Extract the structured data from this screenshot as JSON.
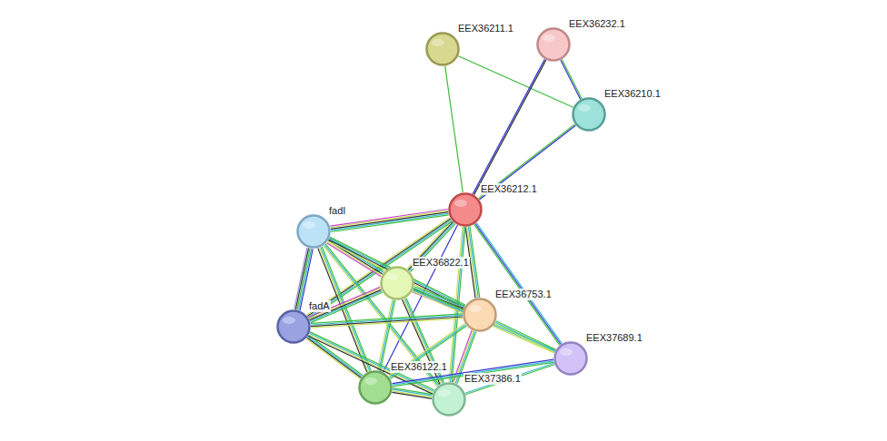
{
  "diagram": {
    "nodes": [
      {
        "text": [
          "EEX36211.1"
        ]
      },
      {
        "text": [
          "EEX36232.1"
        ]
      },
      {
        "text": [
          "EEX36210.1"
        ]
      },
      {
        "text": [
          "EEX36212.1"
        ]
      },
      {
        "text": [
          "fadI"
        ]
      },
      {
        "text": [
          "EEX36822.1"
        ]
      },
      {
        "text": [
          "fadA"
        ]
      },
      {
        "text": [
          "EEX36753.1"
        ]
      },
      {
        "text": [
          "EEX37689.1"
        ]
      },
      {
        "text": [
          "EEX36122.1"
        ]
      },
      {
        "text": [
          "EEX37386.1"
        ]
      }
    ],
    "edges": [
      {
        "from": 0,
        "to": 3,
        "arrow": "none"
      },
      {
        "from": 0,
        "to": 2,
        "arrow": "none"
      },
      {
        "from": 1,
        "to": 3,
        "arrow": "none"
      },
      {
        "from": 1,
        "to": 2,
        "arrow": "none"
      },
      {
        "from": 3,
        "to": 2,
        "arrow": "none"
      },
      {
        "from": 3,
        "to": 4,
        "arrow": "none"
      },
      {
        "from": 3,
        "to": 5,
        "arrow": "none"
      },
      {
        "from": 3,
        "to": 6,
        "arrow": "none"
      },
      {
        "from": 3,
        "to": 7,
        "arrow": "none"
      },
      {
        "from": 3,
        "to": 8,
        "arrow": "none"
      },
      {
        "from": 3,
        "to": 9,
        "arrow": "none"
      },
      {
        "from": 3,
        "to": 10,
        "arrow": "none"
      },
      {
        "from": 4,
        "to": 5,
        "arrow": "none"
      },
      {
        "from": 4,
        "to": 6,
        "arrow": "none"
      },
      {
        "from": 4,
        "to": 7,
        "arrow": "none"
      },
      {
        "from": 4,
        "to": 9,
        "arrow": "none"
      },
      {
        "from": 4,
        "to": 10,
        "arrow": "none"
      },
      {
        "from": 5,
        "to": 6,
        "arrow": "none"
      },
      {
        "from": 5,
        "to": 7,
        "arrow": "none"
      },
      {
        "from": 5,
        "to": 9,
        "arrow": "none"
      },
      {
        "from": 5,
        "to": 10,
        "arrow": "none"
      },
      {
        "from": 5,
        "to": 8,
        "arrow": "none"
      },
      {
        "from": 6,
        "to": 7,
        "arrow": "none"
      },
      {
        "from": 6,
        "to": 9,
        "arrow": "none"
      },
      {
        "from": 6,
        "to": 10,
        "arrow": "none"
      },
      {
        "from": 7,
        "to": 9,
        "arrow": "none"
      },
      {
        "from": 7,
        "to": 10,
        "arrow": "none"
      },
      {
        "from": 7,
        "to": 8,
        "arrow": "none"
      },
      {
        "from": 8,
        "to": 9,
        "arrow": "none"
      },
      {
        "from": 8,
        "to": 10,
        "arrow": "none"
      },
      {
        "from": 9,
        "to": 10,
        "arrow": "none"
      }
    ]
  }
}
